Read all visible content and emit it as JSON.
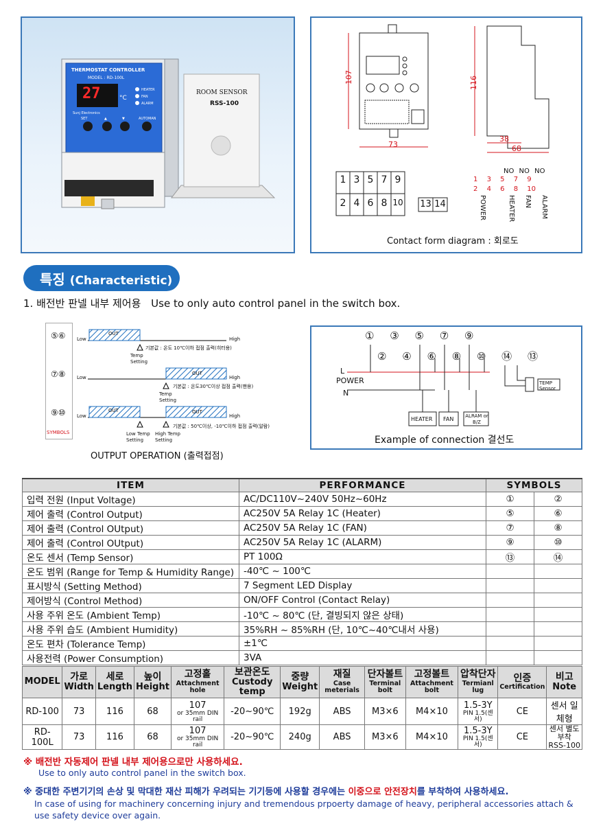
{
  "photo": {
    "controller_title": "THERMOSTAT CONTROLLER",
    "controller_model": "MODEL : RD-100L",
    "display_value": "27",
    "display_unit": "°C",
    "leds": [
      "HEATER",
      "FAN",
      "ALARM"
    ],
    "brand": "Sunj Electronics",
    "buttons": [
      "SET",
      "▲",
      "▼",
      "AUTOMAN"
    ],
    "sensor_title": "ROOM SENSOR",
    "sensor_model": "RSS-100"
  },
  "dimensions": {
    "height_front": "107",
    "width_front": "73",
    "height_side": "116",
    "depth_a": "38",
    "depth_b": "68"
  },
  "terminals": {
    "top_row": [
      "1",
      "3",
      "5",
      "7",
      "9"
    ],
    "bottom_row": [
      "2",
      "4",
      "6",
      "8",
      "10"
    ],
    "sensor_row": [
      "13",
      "14"
    ],
    "contact_no": [
      "NO",
      "NO",
      "NO"
    ],
    "contact_top": [
      "1",
      "3",
      "5",
      "7",
      "9"
    ],
    "contact_bottom": [
      "2",
      "4",
      "6",
      "8",
      "10"
    ],
    "contact_labels": [
      "POWER",
      "HEATER",
      "FAN",
      "ALARM"
    ],
    "caption": "Contact form diagram : 회로도"
  },
  "section": {
    "title": "특징",
    "title_en": "(Characteristic)",
    "line1_num": "1. 배전반 판넬 내부 제어용",
    "line1_en": "Use to only auto control panel in the switch box."
  },
  "ops": {
    "row1_label": "⑤⑥",
    "row2_label": "⑦⑧",
    "row3_label": "⑨⑩",
    "symbols": "SYMBOLS",
    "low": "Low",
    "high": "High",
    "out": "OUT",
    "row1_note": "기본값 : 온도 10℃이하 접점 출력(히터용)",
    "row1_setting": "Temp Setting",
    "row2_note": "기본값 : 온도30℃이상 접점 출력(팬용)",
    "row2_setting": "Temp Setting",
    "row3_note": "기본값 : 50℃이상, -10℃이하 접점 출력(알람)",
    "row3_low_setting": "Low Temp Setting",
    "row3_high_setting": "High Temp Setting",
    "caption": "OUTPUT OPERATION (출력접점)"
  },
  "connection": {
    "top_nums": [
      "①",
      "③",
      "⑤",
      "⑦",
      "⑨"
    ],
    "bottom_nums": [
      "②",
      "④",
      "⑥",
      "⑧",
      "⑩",
      "⑭",
      "⑬"
    ],
    "L": "L",
    "power": "POWER",
    "N": "N",
    "loads": [
      "HEATER",
      "FAN",
      "ALRAM or B/Z"
    ],
    "sensor": "TEMP Sensor",
    "caption": "Example of connection 결선도"
  },
  "spec": {
    "headers": [
      "ITEM",
      "PERFORMANCE",
      "SYMBOLS"
    ],
    "rows": [
      {
        "item": "입력 전원 (Input Voltage)",
        "perf": "AC/DC110V~240V  50Hz~60Hz",
        "s1": "①",
        "s2": "②"
      },
      {
        "item": "제어 출력 (Control Output)",
        "perf": "AC250V 5A Relay 1C (Heater)",
        "s1": "⑤",
        "s2": "⑥"
      },
      {
        "item": "제어 출력 (Control OUtput)",
        "perf": "AC250V 5A Relay 1C (FAN)",
        "s1": "⑦",
        "s2": "⑧"
      },
      {
        "item": "제어 출력 (Control OUtput)",
        "perf": "AC250V 5A Relay 1C (ALARM)",
        "s1": "⑨",
        "s2": "⑩"
      },
      {
        "item": "온도 센서 (Temp Sensor)",
        "perf": "PT 100Ω",
        "s1": "⑬",
        "s2": "⑭"
      },
      {
        "item": "온도 범위 (Range for Temp & Humidity Range)",
        "perf": "-40℃ ~ 100℃",
        "s1": "",
        "s2": ""
      },
      {
        "item": "표시방식 (Setting Method)",
        "perf": "7 Segment LED Display",
        "s1": "",
        "s2": ""
      },
      {
        "item": "제어방식 (Control Method)",
        "perf": "ON/OFF Control (Contact Relay)",
        "s1": "",
        "s2": ""
      },
      {
        "item": "사용 주위 온도 (Ambient Temp)",
        "perf": "-10℃ ~ 80℃ (단, 결빙되지 않은 상태)",
        "s1": "",
        "s2": ""
      },
      {
        "item": "사용 주위 습도 (Ambient Humidity)",
        "perf": "35%RH ~ 85%RH (단, 10℃~40℃내서 사용)",
        "s1": "",
        "s2": ""
      },
      {
        "item": "온도 편차 (Tolerance Temp)",
        "perf": "±1℃",
        "s1": "",
        "s2": ""
      },
      {
        "item": "사용전력 (Power Consumption)",
        "perf": "3VA",
        "s1": "",
        "s2": ""
      }
    ]
  },
  "models": {
    "headers": [
      {
        "ko": "",
        "en": "MODEL"
      },
      {
        "ko": "가로",
        "en": "Width"
      },
      {
        "ko": "세로",
        "en": "Length"
      },
      {
        "ko": "높이",
        "en": "Height"
      },
      {
        "ko": "고정홀",
        "en": "Attachment hole"
      },
      {
        "ko": "보관온도",
        "en": "Custody temp"
      },
      {
        "ko": "중량",
        "en": "Weight"
      },
      {
        "ko": "재질",
        "en": "Case meterials"
      },
      {
        "ko": "단자볼트",
        "en": "Terminal bolt"
      },
      {
        "ko": "고정볼트",
        "en": "Attachment bolt"
      },
      {
        "ko": "압착단자",
        "en": "Termianl lug"
      },
      {
        "ko": "인증",
        "en": "Certification"
      },
      {
        "ko": "비고",
        "en": "Note"
      }
    ],
    "rows": [
      {
        "model": "RD-100",
        "w": "73",
        "l": "116",
        "h": "68",
        "hole": "107",
        "hole_sub": "or 35mm DIN rail",
        "temp": "-20~90℃",
        "weight": "192g",
        "mat": "ABS",
        "tb": "M3×6",
        "ab": "M4×10",
        "lug": "1.5-3Y",
        "lug_sub": "PIN 1.5(센서)",
        "cert": "CE",
        "note": "센서 일체형",
        "note2": ""
      },
      {
        "model": "RD-100L",
        "w": "73",
        "l": "116",
        "h": "68",
        "hole": "107",
        "hole_sub": "or 35mm DIN rail",
        "temp": "-20~90℃",
        "weight": "240g",
        "mat": "ABS",
        "tb": "M3×6",
        "ab": "M4×10",
        "lug": "1.5-3Y",
        "lug_sub": "PIN 1.5(센서)",
        "cert": "CE",
        "note": "센서 별도 부착",
        "note2": "RSS-100"
      }
    ]
  },
  "notes": {
    "n1_ko": "※  배전반 자동제어 판넬 내부 제어용으로만 사용하세요.",
    "n1_en": "Use to only auto control panel in the switch box.",
    "n2_ko_a": "※ 중대한 주변기기의 손상 및 막대한 재산 피해가 우려되는 기기등에 사용할 경우에는 ",
    "n2_ko_b": "이중으로 안전장치",
    "n2_ko_c": "를 부착하여 사용하세요.",
    "n2_en": "In case of using for machinery concerning injury and tremendous prpoerty damage of heavy, peripheral accessories attach & use safety device over again."
  }
}
